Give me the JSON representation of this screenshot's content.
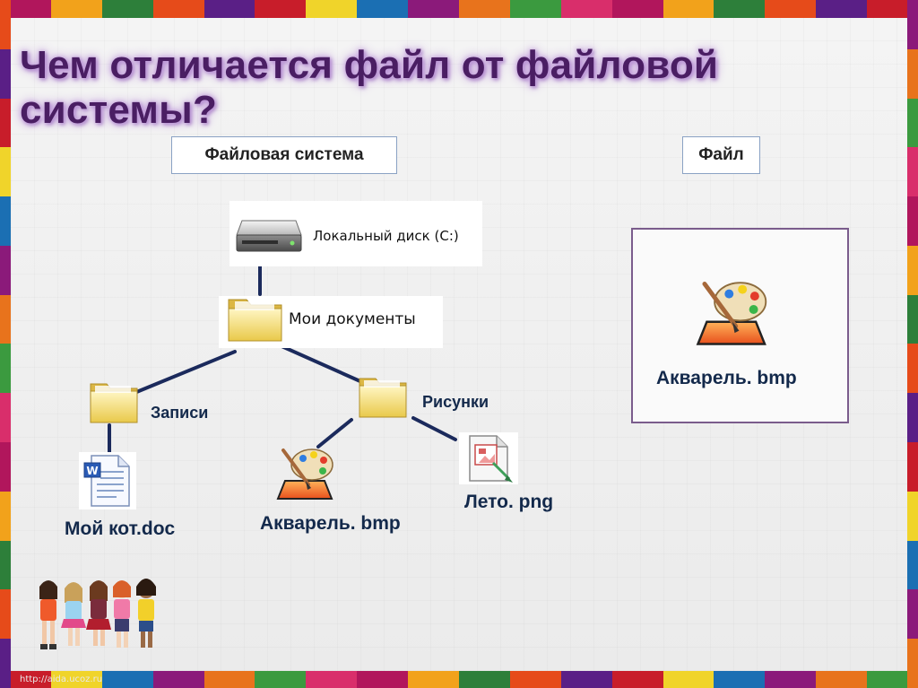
{
  "title": "Чем отличается файл от файловой системы?",
  "labels": {
    "file_system": "Файловая система",
    "file": "Файл"
  },
  "tree": {
    "drive": "Локальный диск (C:)",
    "documents": "Мои документы",
    "records": "Записи",
    "pictures": "Рисунки",
    "doc_file": "Мой кот.doc",
    "bmp_file": "Акварель. bmp",
    "png_file": "Лето. png"
  },
  "file_panel": {
    "name": "Акварель. bmp"
  },
  "footer": {
    "url": "http://aida.ucoz.ru"
  },
  "colors": {
    "title": "#4a1e63",
    "tree_lines": "#1b2a5c",
    "caption": "#13294b",
    "panel_border": "#7a5c8c"
  },
  "frame_colors": [
    "#b1165c",
    "#f2a21b",
    "#2d7f3a",
    "#e64b1a",
    "#5a1f86",
    "#c81d2a",
    "#f0d42a",
    "#1b6fb3",
    "#8b1a7a",
    "#e8731c",
    "#3b9a3f",
    "#d92e6b"
  ]
}
